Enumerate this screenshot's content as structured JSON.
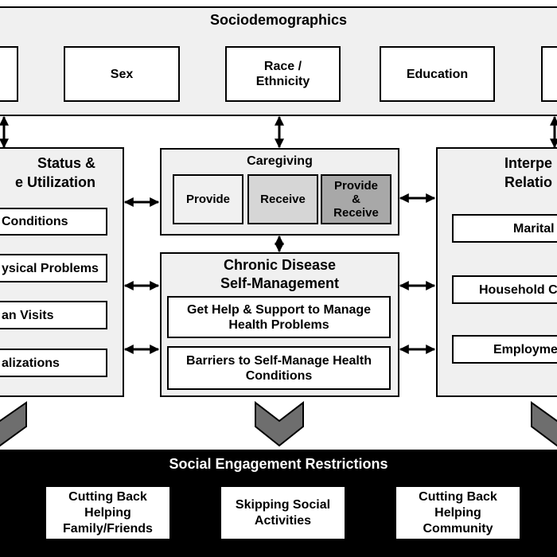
{
  "sociodemographics": {
    "title": "Sociodemographics",
    "items": [
      "",
      "Sex",
      "Race /\nEthnicity",
      "Education",
      ""
    ]
  },
  "health_status": {
    "title": "Status &\ne Utilization",
    "items": [
      "Conditions",
      "ysical Problems",
      "an Visits",
      "alizations"
    ]
  },
  "caregiving": {
    "title": "Caregiving",
    "items": [
      "Provide",
      "Receive",
      "Provide\n&\nReceive"
    ]
  },
  "chronic_disease": {
    "title": "Chronic Disease\nSelf-Management",
    "items": [
      "Get Help & Support to Manage\nHealth Problems",
      "Barriers to Self-Manage Health\nConditions"
    ]
  },
  "interpersonal": {
    "title": "Interpe\nRelatio",
    "items": [
      "Marital",
      "Household C",
      "Employme"
    ]
  },
  "social_engagement": {
    "title": "Social Engagement Restrictions",
    "items": [
      "Cutting Back\nHelping\nFamily/Friends",
      "Skipping Social\nActivities",
      "Cutting Back\nHelping\nCommunity"
    ]
  },
  "colors": {
    "panel_bg": "#f0f0f0",
    "receive_bg": "#d6d6d6",
    "provide_receive_bg": "#a8a8a8",
    "chevron": "#6e6e6e",
    "bottom_bar": "#000000"
  }
}
